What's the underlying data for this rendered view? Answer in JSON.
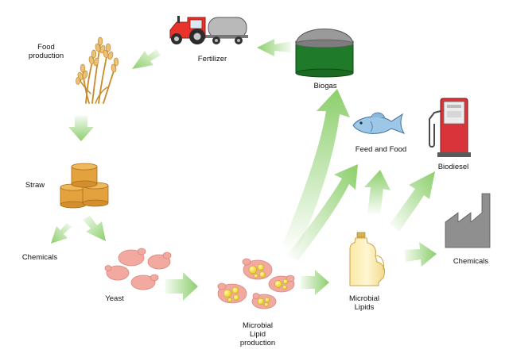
{
  "labels": {
    "food_production": "Food\nproduction",
    "fertilizer": "Fertilizer",
    "biogas": "Biogas",
    "straw": "Straw",
    "feed_and_food": "Feed and Food",
    "biodiesel": "Biodiesel",
    "chemicals_left": "Chemicals",
    "chemicals_right": "Chemicals",
    "yeast": "Yeast",
    "microbial_lipid_production": "Microbial\nLipid\nproduction",
    "microbial_lipids": "Microbial\nLipids"
  },
  "colors": {
    "arrow_green": "#8ccf6c",
    "tractor_red": "#e8322a",
    "tank_gray": "#b9b9b9",
    "biogas_green": "#1f7a2a",
    "biogas_dome": "#9a9a9a",
    "straw_orange": "#e3a23d",
    "yeast_pink": "#f2aaa0",
    "lipid_yellow": "#f5e22a",
    "fish_blue": "#9dc7e6",
    "pump_red": "#d8343a",
    "factory_gray": "#8f8f8f",
    "bottle_cream": "#fbe9a6"
  },
  "icons": [
    "wheat-icon",
    "tractor-icon",
    "biogas-tank-icon",
    "straw-bales-icon",
    "fish-icon",
    "fuel-pump-icon",
    "factory-icon",
    "yeast-cells-icon",
    "lipid-cells-icon",
    "oil-bottle-icon"
  ]
}
